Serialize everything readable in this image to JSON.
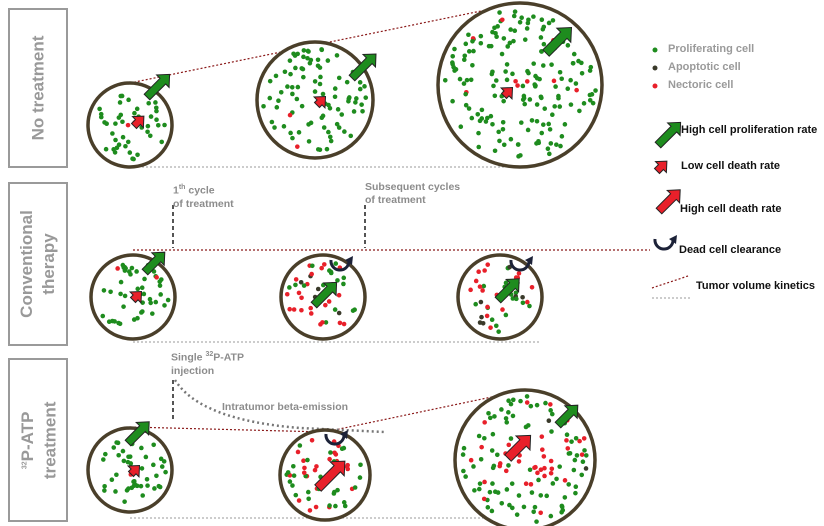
{
  "rows": [
    {
      "label": "No treatment"
    },
    {
      "label_lines": [
        "Conventional",
        "therapy"
      ]
    },
    {
      "label_sup": "32",
      "label_rest": "P-ATP",
      "label_line2": "treatment"
    }
  ],
  "annotations": {
    "first_cycle_sup": "th",
    "first_cycle_num": "1",
    "first_cycle_rest": " cycle",
    "first_cycle_line2": "of treatment",
    "subsequent_line1": "Subsequent cycles",
    "subsequent_line2": "of treatment",
    "injection_pre": "Single ",
    "injection_sup": "32",
    "injection_rest": "P-ATP",
    "injection_line2": "injection",
    "beta_emission": "Intratumor beta-emission"
  },
  "legend": {
    "proliferating": "Proliferating cell",
    "apoptotic": "Apoptotic cell",
    "necrotic": "Nectoric cell",
    "high_proliferation": "High cell proliferation rate",
    "low_death": "Low cell death rate",
    "high_death": "High cell death rate",
    "clearance": "Dead cell clearance",
    "tumor_kinetics": "Tumor volume kinetics"
  },
  "colors": {
    "proliferating": "#1e8c1e",
    "apoptotic": "#3a3a2a",
    "necrotic": "#e8202a",
    "tumor_border": "#4a3f2a",
    "kinetics_line": "#8b1a1a",
    "baseline": "#999999",
    "clearance": "#1c2238"
  }
}
